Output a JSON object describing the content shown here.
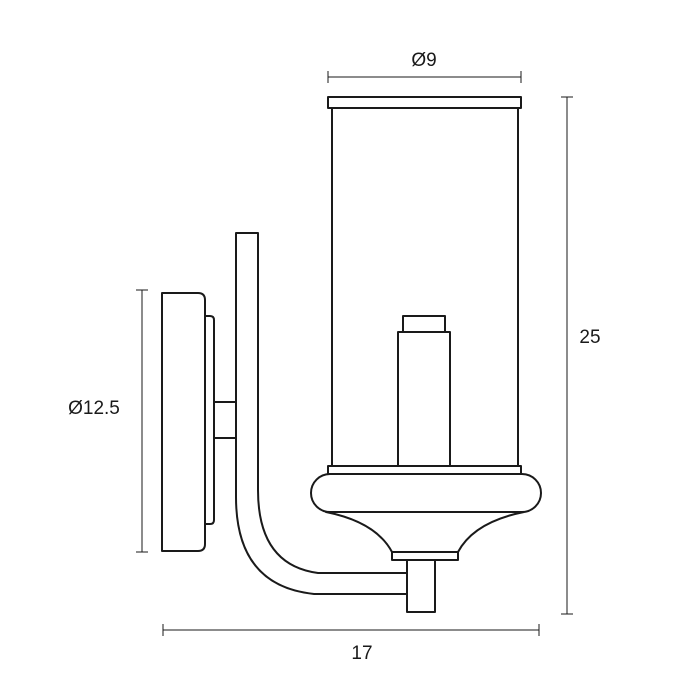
{
  "dimensions": {
    "shade_diameter": "Ø9",
    "height": "25",
    "backplate_diameter": "Ø12.5",
    "depth": "17"
  },
  "colors": {
    "line": "#1a1a1a",
    "background": "#ffffff"
  }
}
